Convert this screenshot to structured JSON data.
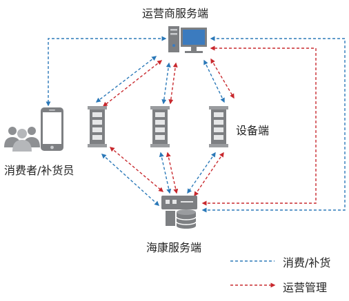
{
  "labels": {
    "operator_server": "运营商服务端",
    "device_end": "设备端",
    "consumer": "消费者/补货员",
    "hikvision_server": "海康服务端"
  },
  "legend": [
    {
      "label": "消费/补货",
      "color": "#2a78b8"
    },
    {
      "label": "运营管理",
      "color": "#c8282d"
    }
  ],
  "colors": {
    "blue": "#2a78b8",
    "red": "#c8282d",
    "icon_gray": "#7d7f82",
    "icon_light": "#c9cbce",
    "icon_blue": "#3b7bbf"
  },
  "icons": [
    "desktop-computer-icon",
    "server-rack-icon",
    "server-rack-icon",
    "server-rack-icon",
    "users-group-icon",
    "smartphone-icon",
    "database-server-icon"
  ]
}
